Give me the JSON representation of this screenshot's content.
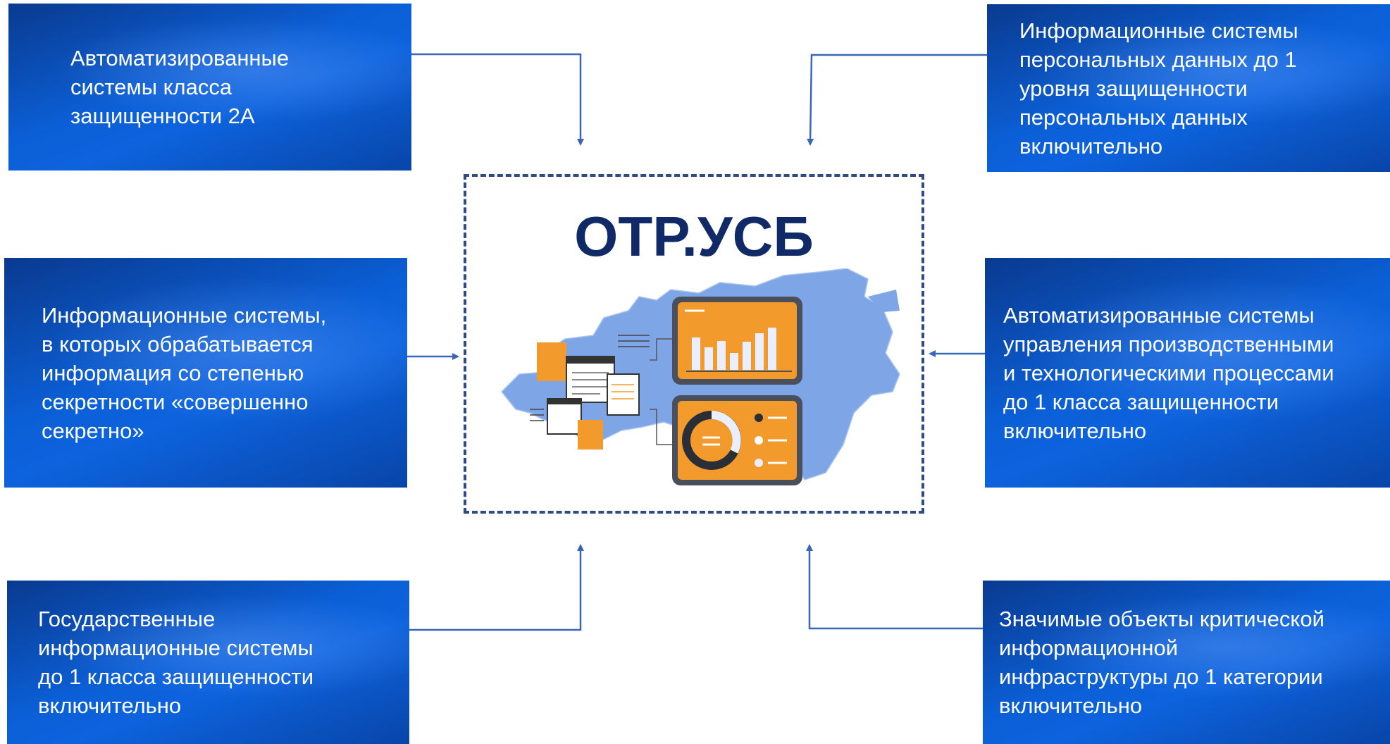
{
  "center": {
    "title": "ОТР.УСБ"
  },
  "boxes": {
    "top_left": [
      "Автоматизированные",
      "системы класса",
      "защищенности 2А"
    ],
    "top_right": [
      "Информационные системы",
      "персональных данных до 1",
      "уровня защищенности",
      "персональных данных",
      "включительно"
    ],
    "mid_left": [
      "Информационные системы,",
      "в которых обрабатывается",
      "информация со степенью",
      "секретности «совершенно",
      "секретно»"
    ],
    "mid_right": [
      "Автоматизированные системы",
      "управления производственными",
      "и технологическими процессами",
      "до 1 класса защищенности",
      "включительно"
    ],
    "bottom_left": [
      "Государственные",
      "информационные системы",
      "до 1 класса защищенности",
      "включительно"
    ],
    "bottom_right": [
      "Значимые объекты критической",
      "информационной",
      "инфраструктуры до 1 категории",
      "включительно"
    ]
  },
  "illustration": {
    "icon": "russia-map-dashboard-icon"
  },
  "colors": {
    "box": "#0b5fd6",
    "box_dark": "#0a3a8f",
    "connector": "#3a66b8",
    "title": "#0f2a66",
    "accent": "#f39a2c",
    "map": "#7ea6e6"
  }
}
